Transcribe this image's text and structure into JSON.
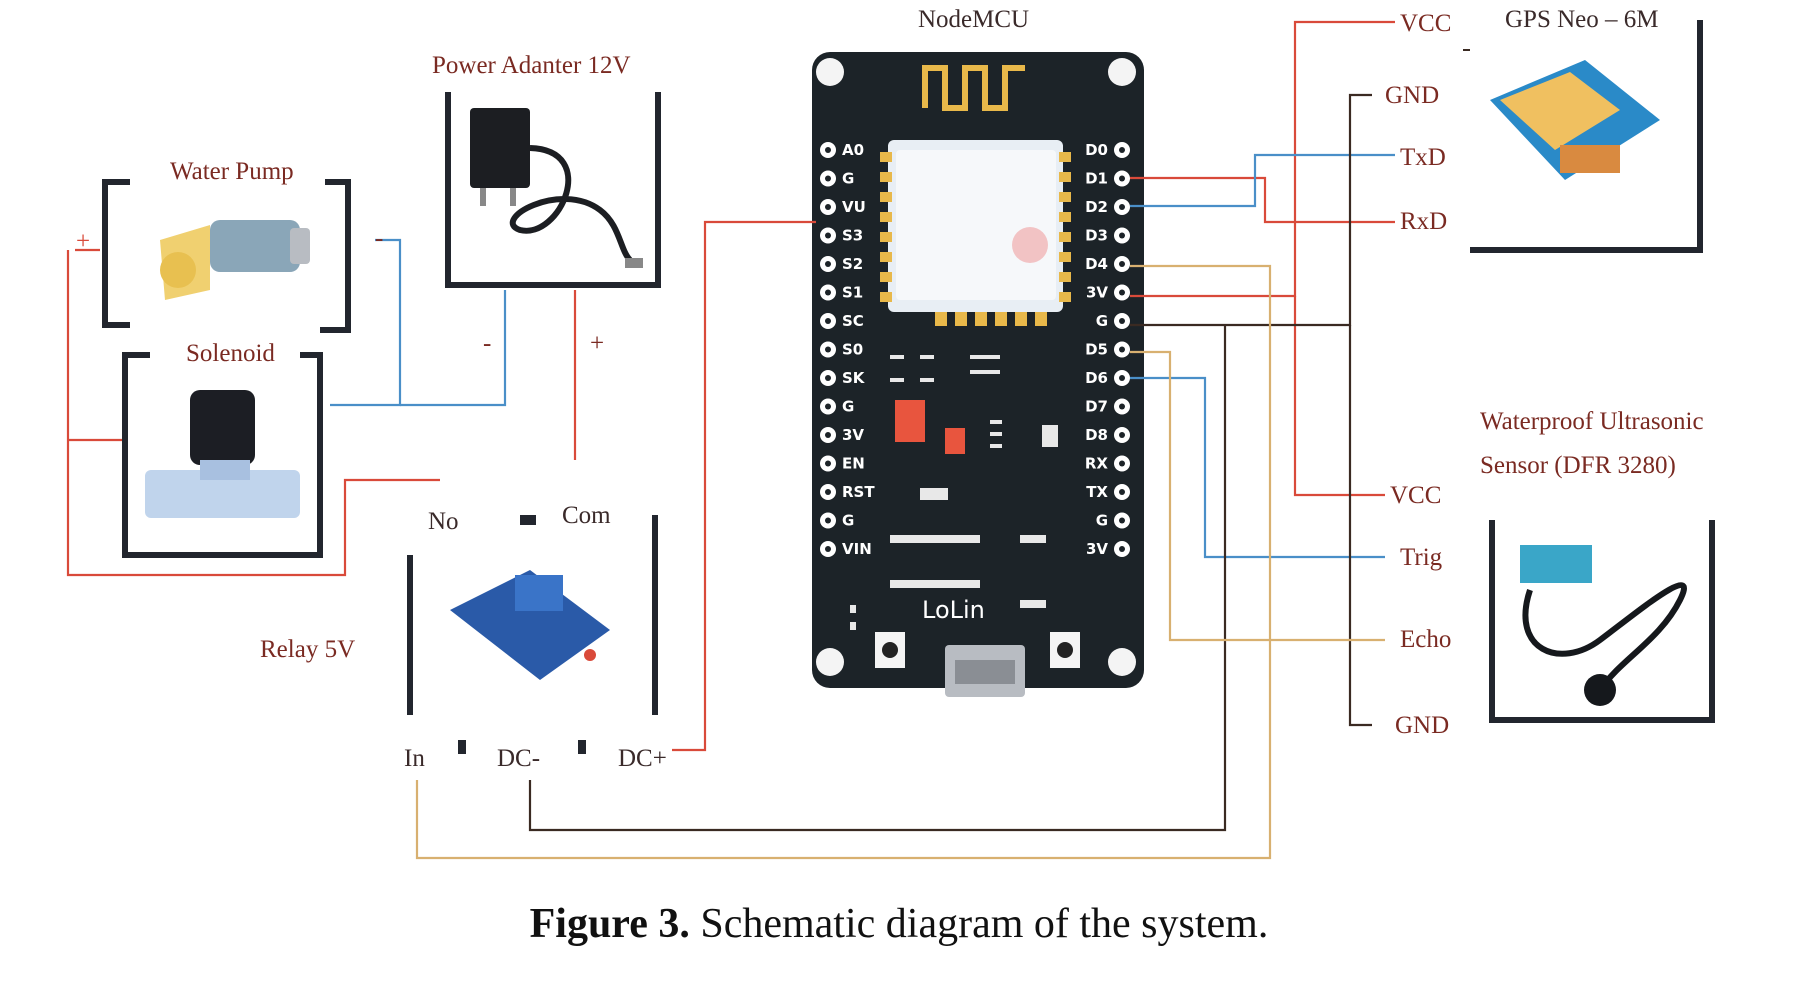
{
  "labels": {
    "nodemcu": "NodeMCU",
    "power_adapter": "Power Adanter 12V",
    "water_pump": "Water Pump",
    "solenoid": "Solenoid",
    "relay": "Relay 5V",
    "relay_no": "No",
    "relay_com": "Com",
    "relay_in": "In",
    "relay_dc_minus": "DC-",
    "relay_dc_plus": "DC+",
    "pump_plus": "+",
    "pump_minus": "-",
    "adapter_minus": "-",
    "adapter_plus": "+",
    "gps_title": "GPS Neo – 6M",
    "gps_vcc": "VCC",
    "gps_gnd": "GND",
    "gps_txd": "TxD",
    "gps_rxd": "RxD",
    "ultra_title_1": "Waterproof  Ultrasonic",
    "ultra_title_2": "Sensor (DFR 3280)",
    "ultra_vcc": "VCC",
    "ultra_trig": "Trig",
    "ultra_echo": "Echo",
    "ultra_gnd": "GND",
    "board_brand": "LoLin"
  },
  "pins": {
    "left": [
      "A0",
      "G",
      "VU",
      "S3",
      "S2",
      "S1",
      "SC",
      "S0",
      "SK",
      "G",
      "3V",
      "EN",
      "RST",
      "G",
      "VIN"
    ],
    "right": [
      "D0",
      "D1",
      "D2",
      "D3",
      "D4",
      "3V",
      "G",
      "D5",
      "D6",
      "D7",
      "D8",
      "RX",
      "TX",
      "G",
      "3V"
    ]
  },
  "caption": {
    "prefix": "Figure 3.",
    "text": " Schematic diagram of the system."
  },
  "colors": {
    "red_wire": "#d94a3a",
    "blue_wire": "#4a8fc8",
    "dark_wire": "#3a2a22",
    "yellow_wire": "#d8b070",
    "board": "#1c2328"
  }
}
